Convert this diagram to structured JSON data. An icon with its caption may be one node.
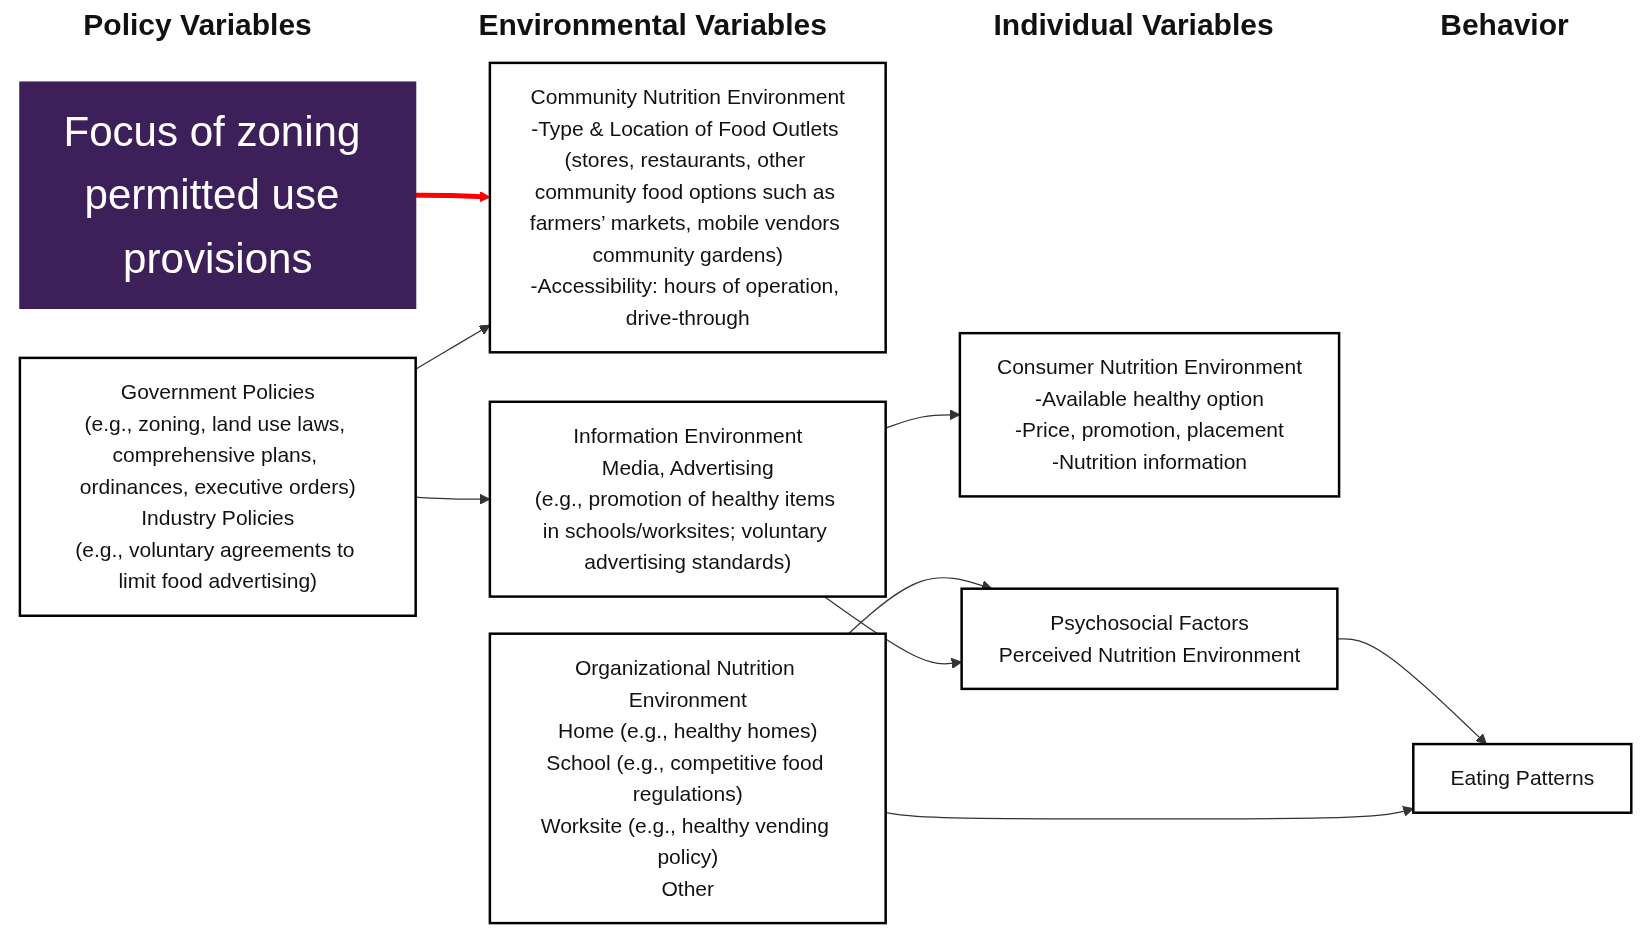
{
  "diagram": {
    "nodes": [
      {
        "text": [
          "Government Policies",
          "(e.g., zoning, land use laws, comprehensive plans, ordinances, executive orders)",
          "Industry Policies",
          "(e.g., voluntary agreements to limit food advertising)"
        ]
      },
      {
        "text": [
          "Community Nutrition Environment",
          "-Type & Location of Food Outlets (stores, restaurants, other community food options such as farmers’ markets, mobile vendors community gardens)",
          "-Accessibility: hours of operation, drive-through"
        ]
      },
      {
        "text": [
          "Organizational Nutrition Environment",
          "Home (e.g., healthy homes)",
          "School (e.g., competitive food regulations)",
          "Worksite (e.g., healthy vending policy)",
          "Other"
        ]
      },
      {
        "text": [
          "Consumer Nutrition Environment",
          "-Available healthy option",
          "-Price, promotion, placement",
          "-Nutrition information"
        ]
      },
      {
        "text": [
          "Information Environment",
          "Media, Advertising",
          "(e.g., promotion of healthy items in schools/worksites; voluntary advertising standards)"
        ]
      },
      {
        "text": [
          "Psychosocial Factors",
          "Perceived Nutrition Environment"
        ]
      },
      {
        "text": [
          "Eating Patterns"
        ]
      },
      {
        "text": [
          "Focus of zoning permitted use provisions"
        ]
      }
    ],
    "edges": [
      {
        "from": 0,
        "to": 1,
        "arrow": "to"
      },
      {
        "from": 0,
        "to": 4,
        "arrow": "to"
      },
      {
        "from": 4,
        "to": 3,
        "arrow": "to"
      },
      {
        "from": 4,
        "to": 5,
        "arrow": "to"
      },
      {
        "from": 2,
        "to": 5,
        "arrow": "to"
      },
      {
        "from": 2,
        "to": 6,
        "arrow": "to"
      },
      {
        "from": 5,
        "to": 6,
        "arrow": "to"
      },
      {
        "from": 7,
        "to": 1,
        "arrow": "to",
        "style": "thick",
        "color": "#ff0000"
      }
    ],
    "labels": [
      "Policy Variables",
      "Environmental Variables",
      "Individual Variables",
      "Behavior"
    ]
  }
}
